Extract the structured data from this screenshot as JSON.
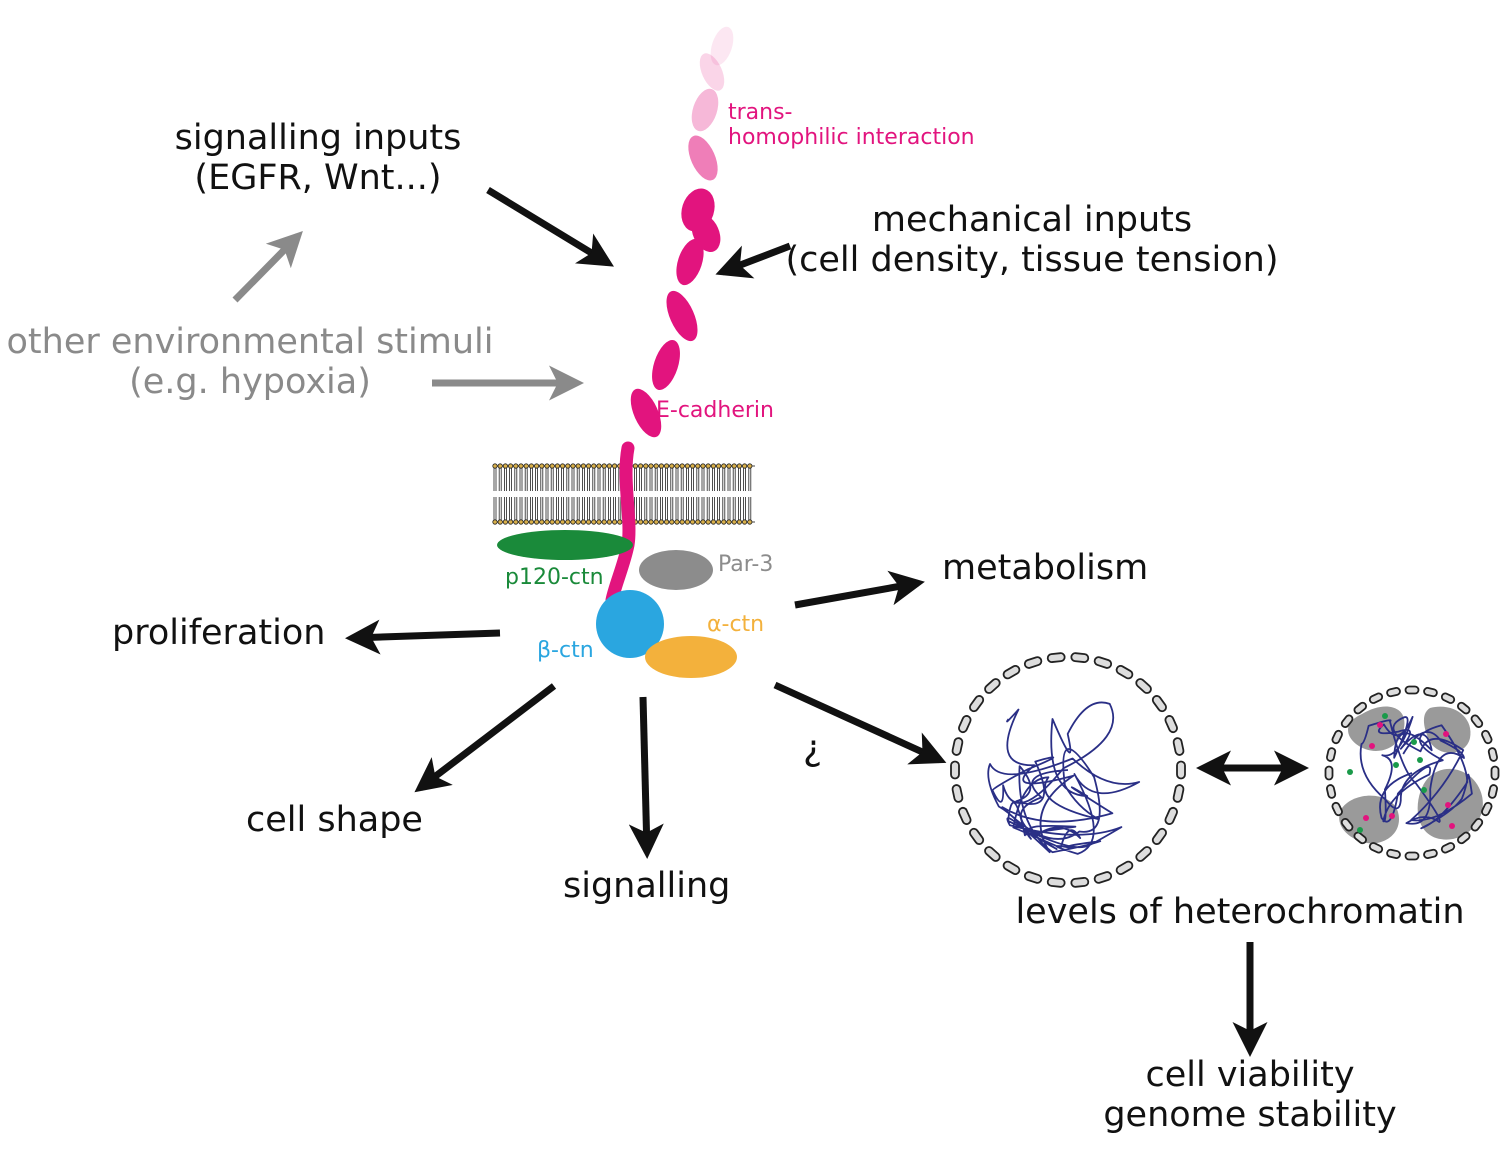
{
  "colors": {
    "black": "#111111",
    "grey": "#8a8a8a",
    "cadherin": "#e2147e",
    "p120": "#1a8a3a",
    "par3": "#8c8c8c",
    "beta": "#2aa6e0",
    "alpha": "#f3b13c",
    "chromatin": "#2a2f86",
    "envelope": "#dddddd",
    "heterochromatin": "#9a9a9a"
  },
  "labels": {
    "signalling_inputs_1": "signalling inputs",
    "signalling_inputs_2": "(EGFR, Wnt...)",
    "mechanical_inputs_1": "mechanical inputs",
    "mechanical_inputs_2": "(cell density, tissue tension)",
    "other_stimuli_1": "other environmental stimuli",
    "other_stimuli_2": "(e.g. hypoxia)",
    "trans_1": "trans-",
    "trans_2": "homophilic interaction",
    "ecadherin": "E-cadherin",
    "p120": "p120-ctn",
    "par3": "Par-3",
    "alpha": "α-ctn",
    "beta": "β-ctn",
    "metabolism": "metabolism",
    "proliferation": "proliferation",
    "cell_shape": "cell shape",
    "signalling": "signalling",
    "question": "?",
    "heterochromatin": "levels of heterochromatin",
    "viability_1": "cell viability",
    "viability_2": "genome stability"
  }
}
